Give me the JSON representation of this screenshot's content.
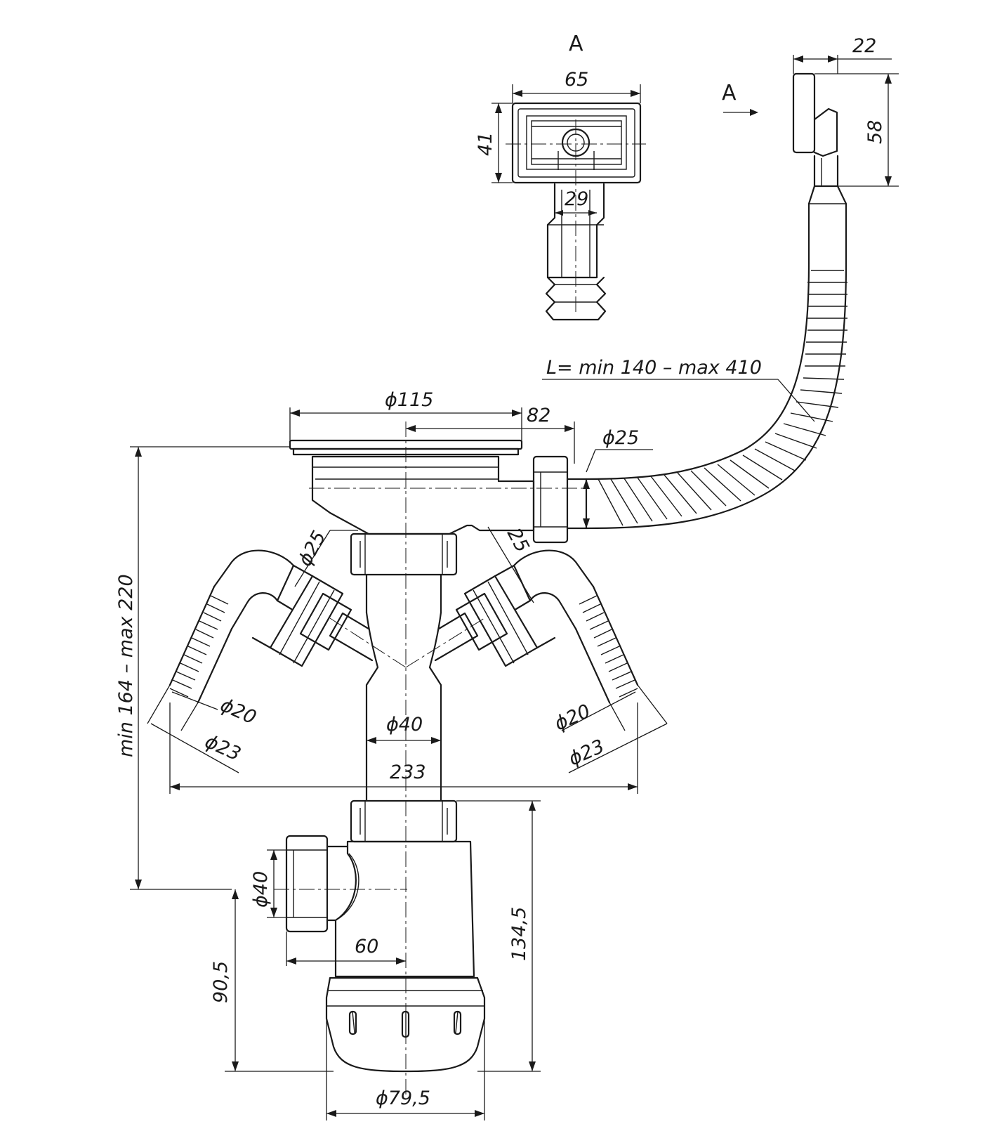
{
  "view": {
    "section_mark": "A",
    "arrow_mark": "A"
  },
  "dimensions": {
    "grid_width": "65",
    "grid_height": "41",
    "grid_outlet": "29",
    "clip_depth": "22",
    "clip_height": "58",
    "hose_length": "L= min 140 – max 410",
    "bowl_diameter": "ϕ115",
    "overflow_offset": "82",
    "overflow_hose_diameter": "ϕ25",
    "left_inlet_diameter": "ϕ25",
    "right_inlet_size": "25",
    "left_hose_inner": "ϕ20",
    "left_hose_outer": "ϕ23",
    "right_hose_inner": "ϕ20",
    "right_hose_outer": "ϕ23",
    "pipe_diameter": "ϕ40",
    "span_width": "233",
    "total_height": "min 164 – max 220",
    "outlet_diameter": "ϕ40",
    "outlet_offset": "60",
    "trap_height": "134,5",
    "outlet_height": "90,5",
    "bottle_diameter": "ϕ79,5"
  }
}
